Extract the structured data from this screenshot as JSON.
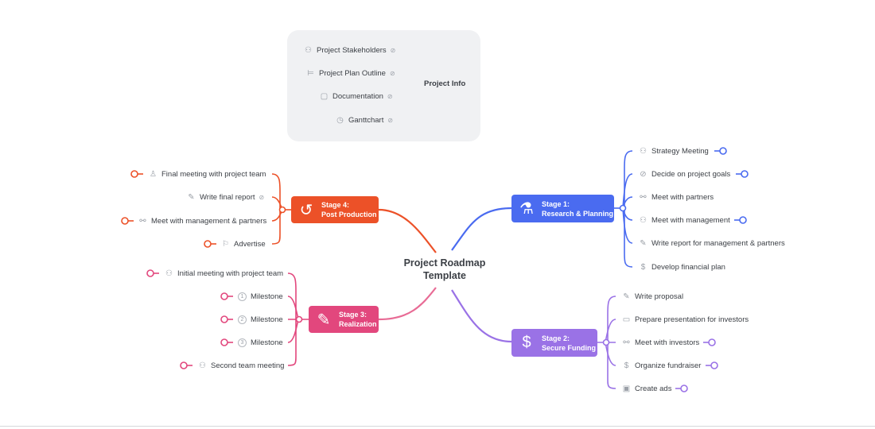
{
  "central": {
    "line1": "Project Roadmap",
    "line2": "Template"
  },
  "info": {
    "title": "Project Info",
    "items": [
      {
        "label": "Project Stakeholders",
        "icon": "people-icon"
      },
      {
        "label": "Project Plan Outline",
        "icon": "outline-icon"
      },
      {
        "label": "Documentation",
        "icon": "document-icon"
      },
      {
        "label": "Ganttchart",
        "icon": "clock-icon"
      }
    ]
  },
  "stage1": {
    "line1": "Stage 1:",
    "line2": "Research & Planning",
    "color": "#4a6bf0",
    "items": [
      {
        "label": "Strategy Meeting",
        "icon": "people-icon",
        "link": true
      },
      {
        "label": "Decide on project goals",
        "icon": "check-circle-icon",
        "link": true
      },
      {
        "label": "Meet with partners",
        "icon": "handshake-icon",
        "link": false
      },
      {
        "label": "Meet with management",
        "icon": "people-icon",
        "link": true
      },
      {
        "label": "Write report for management & partners",
        "icon": "pencil-icon",
        "link": false
      },
      {
        "label": "Develop financial plan",
        "icon": "dollar-icon",
        "link": false
      }
    ]
  },
  "stage2": {
    "line1": "Stage 2:",
    "line2": "Secure Funding",
    "color": "#9a72e6",
    "items": [
      {
        "label": "Write proposal",
        "icon": "pencil-icon",
        "link": false
      },
      {
        "label": "Prepare presentation for investors",
        "icon": "presentation-icon",
        "link": false
      },
      {
        "label": "Meet with investors",
        "icon": "handshake-icon",
        "link": true
      },
      {
        "label": "Organize fundraiser",
        "icon": "dollar-icon",
        "link": true
      },
      {
        "label": "Create ads",
        "icon": "image-icon",
        "link": true
      }
    ]
  },
  "stage3": {
    "line1": "Stage 3:",
    "line2": "Realization",
    "color": "#e2477d",
    "items": [
      {
        "label": "Initial meeting with project team",
        "icon": "people-icon",
        "link": true
      },
      {
        "label": "Milestone",
        "icon": "number-1-icon",
        "num": "1",
        "link": true
      },
      {
        "label": "Milestone",
        "icon": "number-2-icon",
        "num": "2",
        "link": true
      },
      {
        "label": "Milestone",
        "icon": "number-3-icon",
        "num": "3",
        "link": true
      },
      {
        "label": "Second team meeting",
        "icon": "people-icon",
        "link": true
      }
    ]
  },
  "stage4": {
    "line1": "Stage 4:",
    "line2": "Post Production",
    "color": "#ec5128",
    "items": [
      {
        "label": "Final meeting with project team",
        "icon": "person-icon",
        "link": true
      },
      {
        "label": "Write final report",
        "icon": "pencil-icon",
        "link": false
      },
      {
        "label": "Meet with management & partners",
        "icon": "handshake-icon",
        "link": true
      },
      {
        "label": "Advertise",
        "icon": "megaphone-icon",
        "link": true
      }
    ]
  },
  "colors": {
    "info_line": "#7a7f86",
    "icon_gray": "#9ba0a8",
    "panel_bg": "#f0f1f3"
  }
}
